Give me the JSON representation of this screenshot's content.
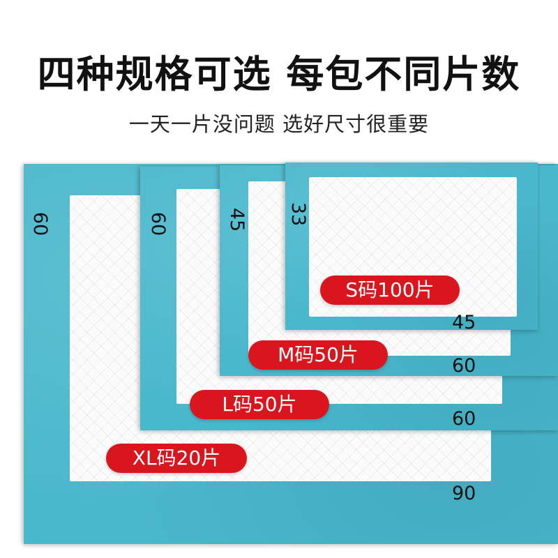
{
  "headline": "四种规格可选 每包不同片数",
  "subline": "一天一片没问题 选好尺寸很重要",
  "colors": {
    "pad_backing": "#4ab8cc",
    "badge": "#d9161d",
    "core": "#fbfbfb"
  },
  "sizes": [
    {
      "id": "xl",
      "badge": "XL码20片",
      "width_label": "60",
      "length_label": "90"
    },
    {
      "id": "l",
      "badge": "L码50片",
      "width_label": "60",
      "length_label": "60"
    },
    {
      "id": "m",
      "badge": "M码50片",
      "width_label": "45",
      "length_label": "60"
    },
    {
      "id": "s",
      "badge": "S码100片",
      "width_label": "33",
      "length_label": "45"
    }
  ]
}
